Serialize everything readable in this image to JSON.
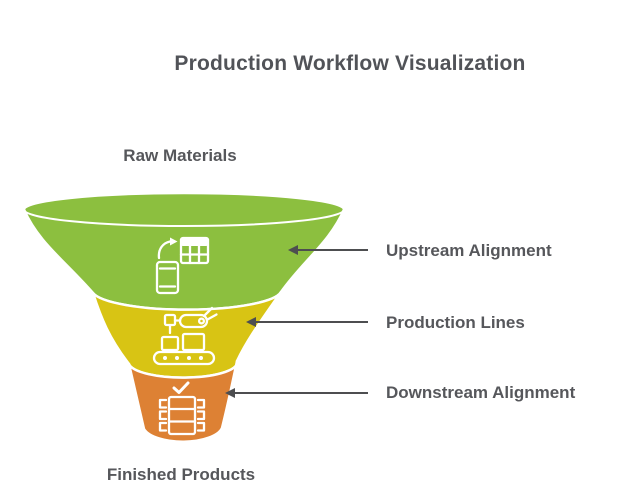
{
  "title": "Production Workflow Visualization",
  "funnel": {
    "top_label": "Raw Materials",
    "bottom_label": "Finished Products",
    "stages": [
      {
        "color": "#8CBF3F",
        "icon": "phone-sync-spreadsheet-icon"
      },
      {
        "color": "#D8C414",
        "icon": "robot-arm-conveyor-icon"
      },
      {
        "color": "#DD8134",
        "icon": "approved-package-stack-icon"
      }
    ]
  },
  "callouts": [
    {
      "label": "Upstream Alignment"
    },
    {
      "label": "Production Lines"
    },
    {
      "label": "Downstream Alignment"
    }
  ],
  "colors": {
    "stage_green": "#8CBF3F",
    "stage_yellow": "#D8C414",
    "stage_orange": "#DD8134",
    "arrow": "#4D4E50",
    "text": "#56575B",
    "outline": "#FFFFFF"
  }
}
